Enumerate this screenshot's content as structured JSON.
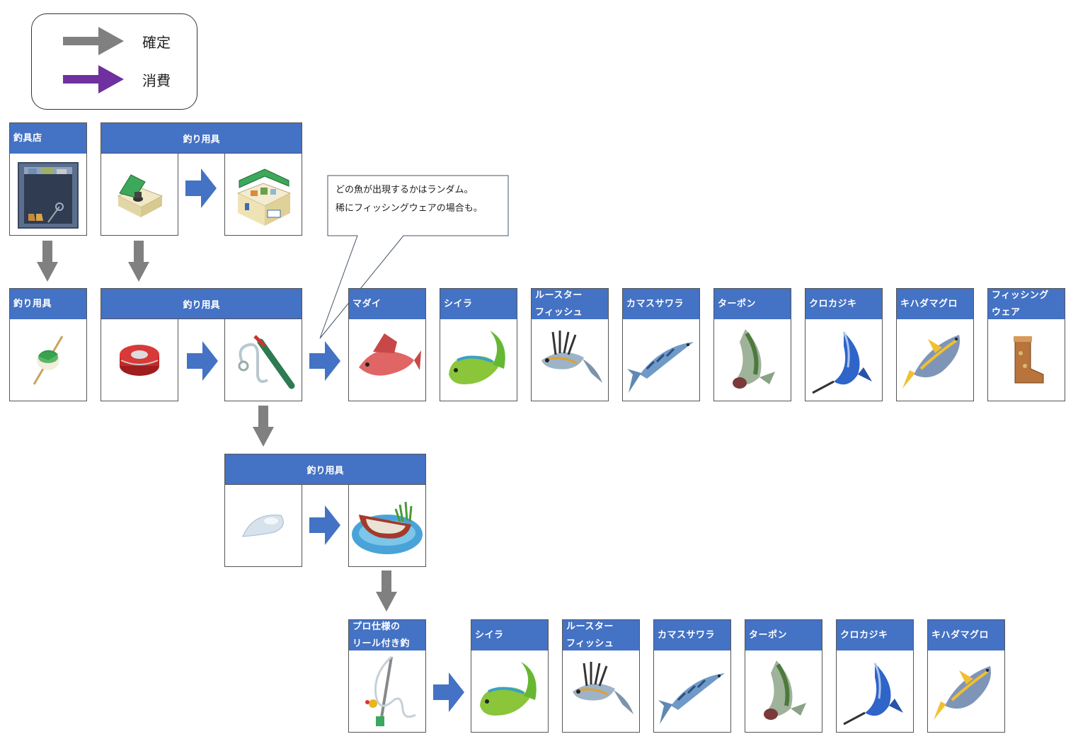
{
  "legend": {
    "confirmed": "確定",
    "consumed": "消費"
  },
  "colors": {
    "header_blue": "#4472c4",
    "arrow_gray": "#808080",
    "arrow_purple": "#7030a0",
    "flow_blue": "#4472c4"
  },
  "callout": {
    "line1": "どの魚が出現するかはランダム。",
    "line2": "稀にフィッシングウェアの場合も。"
  },
  "row1": {
    "shop_label": "釣具店",
    "tools_label": "釣り用具"
  },
  "row2": {
    "tools1_label": "釣り用具",
    "tools2_label": "釣り用具",
    "results": [
      {
        "line1": "マダイ",
        "line2": ""
      },
      {
        "line1": "シイラ",
        "line2": ""
      },
      {
        "line1": "ルースター",
        "line2": "フィッシュ"
      },
      {
        "line1": "カマスサワラ",
        "line2": ""
      },
      {
        "line1": "ターポン",
        "line2": ""
      },
      {
        "line1": "クロカジキ",
        "line2": ""
      },
      {
        "line1": "キハダマグロ",
        "line2": ""
      },
      {
        "line1": "フィッシング",
        "line2": "ウェア"
      }
    ]
  },
  "row3": {
    "tools_label": "釣り用具"
  },
  "row4": {
    "rod_line1": "プロ仕様の",
    "rod_line2": "リール付き釣",
    "results": [
      {
        "line1": "シイラ",
        "line2": ""
      },
      {
        "line1": "ルースター",
        "line2": "フィッシュ"
      },
      {
        "line1": "カマスサワラ",
        "line2": ""
      },
      {
        "line1": "ターポン",
        "line2": ""
      },
      {
        "line1": "クロカジキ",
        "line2": ""
      },
      {
        "line1": "キハダマグロ",
        "line2": ""
      }
    ]
  }
}
